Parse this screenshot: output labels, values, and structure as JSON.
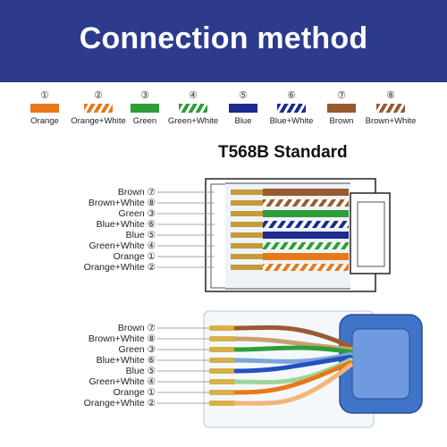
{
  "banner": {
    "title": "Connection method"
  },
  "legend": [
    {
      "num": "①",
      "label": "Orange",
      "color": "#e8781a",
      "striped": false
    },
    {
      "num": "②",
      "label": "Orange+White",
      "color": "#e8781a",
      "striped": true
    },
    {
      "num": "③",
      "label": "Green",
      "color": "#2e9e3a",
      "striped": false
    },
    {
      "num": "④",
      "label": "Green+White",
      "color": "#2e9e3a",
      "striped": true
    },
    {
      "num": "⑤",
      "label": "Blue",
      "color": "#1d2b8f",
      "striped": false
    },
    {
      "num": "⑥",
      "label": "Blue+White",
      "color": "#1d2b8f",
      "striped": true
    },
    {
      "num": "⑦",
      "label": "Brown",
      "color": "#9a5a30",
      "striped": false
    },
    {
      "num": "⑧",
      "label": "Brown+White",
      "color": "#9a5a30",
      "striped": true
    }
  ],
  "standard": {
    "title": "T568B Standard"
  },
  "diagram_wires": [
    {
      "label": "Brown ⑦",
      "color": "#9a5a30",
      "striped": false
    },
    {
      "label": "Brown+White ⑧",
      "color": "#9a5a30",
      "striped": true
    },
    {
      "label": "Green ③",
      "color": "#2e9e3a",
      "striped": false
    },
    {
      "label": "Blue+White ⑥",
      "color": "#1d2b8f",
      "striped": true
    },
    {
      "label": "Blue ⑤",
      "color": "#1d2b8f",
      "striped": false
    },
    {
      "label": "Green+White ④",
      "color": "#2e9e3a",
      "striped": true
    },
    {
      "label": "Orange ①",
      "color": "#e8781a",
      "striped": false
    },
    {
      "label": "Orange+White ②",
      "color": "#e8781a",
      "striped": true
    }
  ],
  "photo_wires": [
    {
      "label": "Brown ⑦",
      "color": "#9a5a30"
    },
    {
      "label": "Brown+White ⑧",
      "color": "#c9a06a"
    },
    {
      "label": "Green ③",
      "color": "#2e9e3a"
    },
    {
      "label": "Blue+White ⑥",
      "color": "#7aa6d8"
    },
    {
      "label": "Blue ⑤",
      "color": "#2450c0"
    },
    {
      "label": "Green+White ④",
      "color": "#9fd59a"
    },
    {
      "label": "Orange ①",
      "color": "#e8781a"
    },
    {
      "label": "Orange+White ②",
      "color": "#f2b57a"
    }
  ]
}
